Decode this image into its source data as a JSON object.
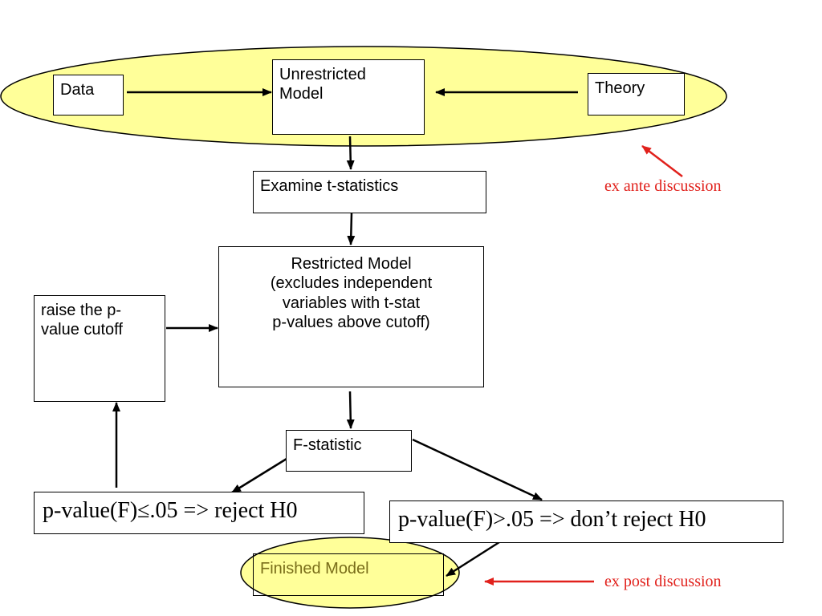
{
  "nodes": {
    "data": "Data",
    "unrestricted_model": "Unrestricted\nModel",
    "theory": "Theory",
    "examine_t": "Examine t-statistics",
    "restricted_model": "Restricted Model\n(excludes independent\nvariables with t-stat\np-values above cutoff)",
    "raise_cutoff": "raise the p-\nvalue cutoff",
    "f_statistic": "F-statistic",
    "reject_h0": "p-value(F)≤.05 => reject H0",
    "dont_reject_h0": "p-value(F)>.05 => don’t reject H0",
    "finished_model": "Finished Model"
  },
  "annotations": {
    "ex_ante": "ex ante discussion",
    "ex_post": "ex post discussion"
  },
  "colors": {
    "highlight_fill": "#ffff99",
    "annotation_red": "#e1211c",
    "finished_text": "#7a6e1a"
  }
}
